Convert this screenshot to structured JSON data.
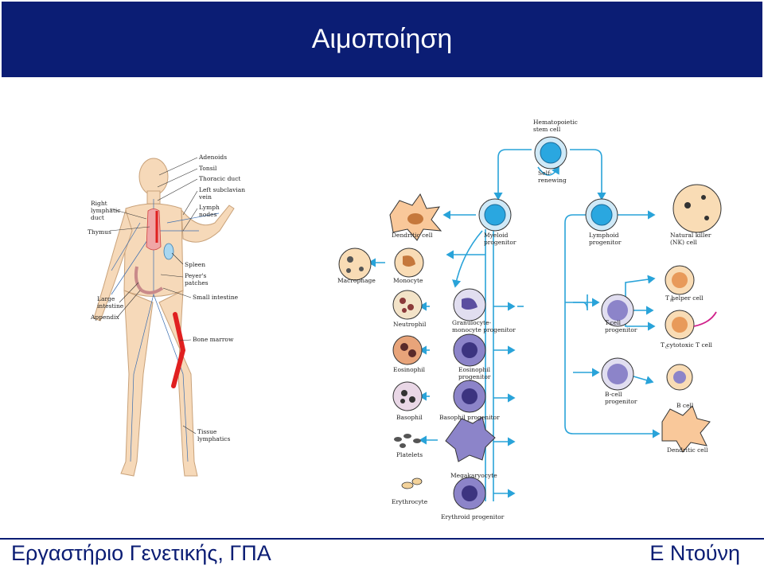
{
  "header": {
    "title": "Αιμοποίηση"
  },
  "footer": {
    "left": "Εργαστήριο Γενετικής, ΓΠΑ",
    "right": "Ε Ντούνη"
  },
  "colors": {
    "header_bg": "#0b1d74",
    "arrow": "#29a3d9",
    "stem": "#2aa7e0",
    "lymph_cell": "#8c84c9",
    "skin": "#f6d9b9",
    "marrow": "#e02020"
  },
  "body_labels": {
    "adenoids": "Adenoids",
    "tonsil": "Tonsil",
    "thoracic_duct": "Thoracic duct",
    "left_subclavian_1": "Left subclavian",
    "left_subclavian_2": "vein",
    "right_lymphatic_1": "Right",
    "right_lymphatic_2": "lymphatic",
    "right_lymphatic_3": "duct",
    "lymph_nodes_1": "Lymph",
    "lymph_nodes_2": "nodes",
    "thymus": "Thymus",
    "spleen": "Spleen",
    "peyers_1": "Peyer's",
    "peyers_2": "patches",
    "small_intestine": "Small intestine",
    "large_intestine_1": "Large",
    "large_intestine_2": "intestine",
    "appendix": "Appendix",
    "bone_marrow": "Bone marrow",
    "tissue_lymph_1": "Tissue",
    "tissue_lymph_2": "lymphatics"
  },
  "cell_labels": {
    "hsc_1": "Hematopoietic",
    "hsc_2": "stem cell",
    "self_renew_1": "Self-",
    "self_renew_2": "renewing",
    "dendritic": "Dendritic cell",
    "myeloid_1": "Myeloid",
    "myeloid_2": "progenitor",
    "lymphoid_1": "Lymphoid",
    "lymphoid_2": "progenitor",
    "nk_1": "Natural killer",
    "nk_2": "(NK) cell",
    "macrophage": "Macrophage",
    "monocyte": "Monocyte",
    "neutrophil": "Neutrophil",
    "gm_prog_1": "Granulocyte-",
    "gm_prog_2": "monocyte progenitor",
    "eosinophil": "Eosinophil",
    "eos_prog_1": "Eosinophil",
    "eos_prog_2": "progenitor",
    "basophil": "Basophil",
    "baso_prog": "Basophil progenitor",
    "platelets": "Platelets",
    "megakaryocyte": "Megakaryocyte",
    "erythrocyte": "Erythrocyte",
    "erythroid_prog": "Erythroid progenitor",
    "tcell_prog_1": "T-cell",
    "tcell_prog_2": "progenitor",
    "bcell_prog_1": "B-cell",
    "bcell_prog_2": "progenitor",
    "th_cell": "T   helper cell",
    "th_sub": "H",
    "tc_cell": "T   cytotoxic T cell",
    "tc_sub": "C",
    "b_cell": "B cell",
    "dendritic_2": "Dendritic cell"
  }
}
